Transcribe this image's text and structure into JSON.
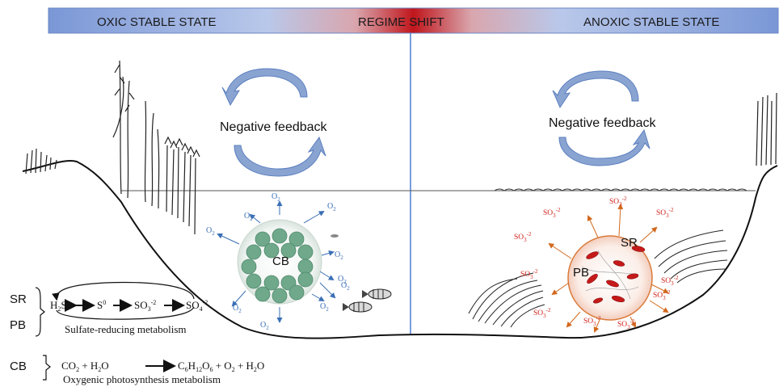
{
  "banner": {
    "left": "OXIC STABLE STATE",
    "center": "REGIME SHIFT",
    "right": "ANOXIC STABLE STATE"
  },
  "feedback": {
    "left": "Negative feedback",
    "right": "Negative feedback"
  },
  "oxic": {
    "cluster_label": "CB",
    "o2_label": "O",
    "o2_sub": "2"
  },
  "anoxic": {
    "sr_label": "SR",
    "pb_label": "PB",
    "so3_label": "SO",
    "so3_sub": "3",
    "so3_sup": "-2"
  },
  "equations": {
    "side_sr": "SR",
    "side_pb": "PB",
    "side_cb": "CB",
    "sulfur_cycle": {
      "h2s": [
        "H",
        "2",
        "S"
      ],
      "s0": [
        "S",
        "0"
      ],
      "so3": [
        "SO",
        "3",
        "-2"
      ],
      "so4": [
        "SO",
        "4",
        "-2"
      ],
      "caption": "Sulfate-reducing metabolism"
    },
    "photosynthesis": {
      "co2": [
        "CO",
        "2"
      ],
      "h2o": [
        "H",
        "2",
        "O"
      ],
      "glucose": [
        "C",
        "6",
        "H",
        "12",
        "O",
        "6"
      ],
      "o2": [
        "O",
        "2"
      ],
      "h2o_out": [
        "H",
        "2",
        "O"
      ],
      "plus": "+",
      "caption": "Oxygenic photosynthesis metabolism"
    }
  },
  "colors": {
    "banner_blue": "#7a97d6",
    "banner_red": "#c0161c",
    "divider": "#4a7fd6",
    "arrow_blue": "#8aa4d2",
    "o2_blue": "#3a6fb5",
    "cell_green": "#6fa88a",
    "so3_red": "#d0241c",
    "arrow_orange": "#d2691e"
  }
}
